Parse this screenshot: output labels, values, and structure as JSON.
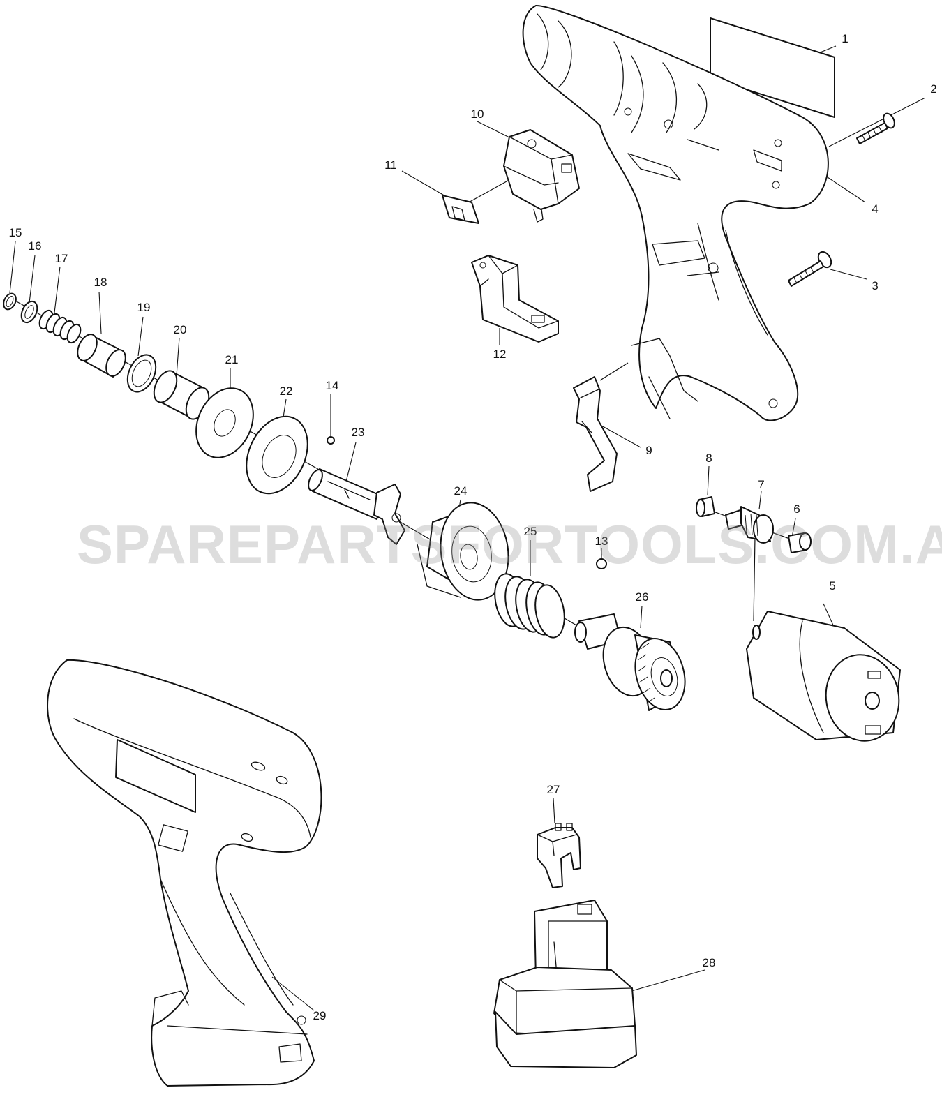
{
  "watermark": "SPAREPARTSFORTOOLS.COM.AU",
  "parts": [
    {
      "no": "1",
      "name": "label"
    },
    {
      "no": "2",
      "name": "screw"
    },
    {
      "no": "3",
      "name": "screw"
    },
    {
      "no": "4",
      "name": "housing-half"
    },
    {
      "no": "5",
      "name": "motor"
    },
    {
      "no": "6",
      "name": "bearing"
    },
    {
      "no": "7",
      "name": "pinion-gear"
    },
    {
      "no": "8",
      "name": "bearing"
    },
    {
      "no": "9",
      "name": "terminal-plate"
    },
    {
      "no": "10",
      "name": "switch"
    },
    {
      "no": "11",
      "name": "switch-lever"
    },
    {
      "no": "12",
      "name": "holder"
    },
    {
      "no": "13",
      "name": "steel-ball"
    },
    {
      "no": "14",
      "name": "steel-ball"
    },
    {
      "no": "15",
      "name": "retaining-ring"
    },
    {
      "no": "16",
      "name": "flat-washer"
    },
    {
      "no": "17",
      "name": "compression-spring"
    },
    {
      "no": "18",
      "name": "sleeve"
    },
    {
      "no": "19",
      "name": "ring"
    },
    {
      "no": "20",
      "name": "sleeve"
    },
    {
      "no": "21",
      "name": "flat-washer"
    },
    {
      "no": "22",
      "name": "ring"
    },
    {
      "no": "23",
      "name": "spindle"
    },
    {
      "no": "24",
      "name": "hammer"
    },
    {
      "no": "25",
      "name": "compression-spring"
    },
    {
      "no": "26",
      "name": "gear-assembly"
    },
    {
      "no": "27",
      "name": "terminal"
    },
    {
      "no": "28",
      "name": "battery"
    },
    {
      "no": "29",
      "name": "housing-set"
    }
  ]
}
